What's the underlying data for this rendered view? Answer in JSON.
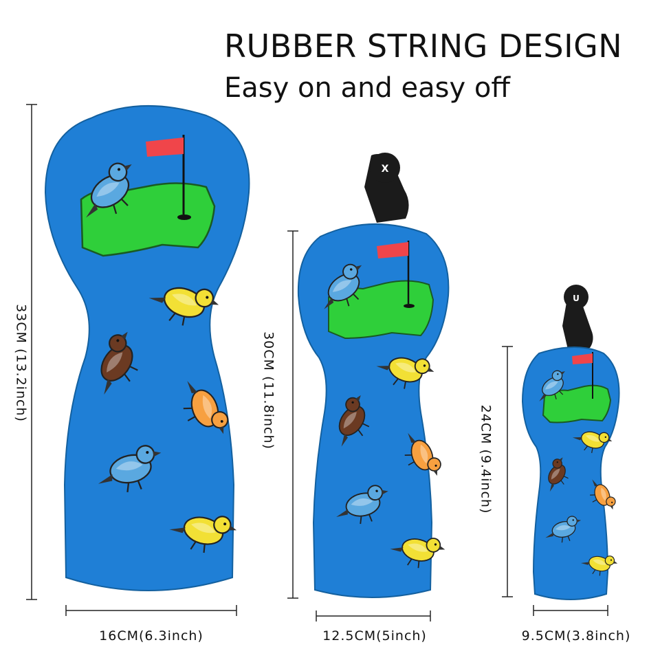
{
  "headline": {
    "title": "RUBBER STRING DESIGN",
    "subtitle": "Easy on and easy off"
  },
  "colors": {
    "cover_blue": "#1f7fd6",
    "green_patch": "#2fcf3a",
    "flag_red": "#f0454a",
    "bird_yellow": "#f2e035",
    "bird_orange": "#f7a040",
    "bird_brown": "#6b3a22",
    "bird_blue": "#5aa8e0",
    "tag_black": "#1b1b1b"
  },
  "covers": [
    {
      "id": "driver",
      "height_label": "33CM (13.2inch)",
      "width_label": "16CM(6.3inch)",
      "has_tag": false
    },
    {
      "id": "fairway",
      "height_label": "30CM (11.8inch)",
      "width_label": "12.5CM(5inch)",
      "has_tag": true,
      "tag_mark": "X"
    },
    {
      "id": "hybrid",
      "height_label": "24CM (9.4inch)",
      "width_label": "9.5CM(3.8inch)",
      "has_tag": true,
      "tag_mark": "U"
    }
  ]
}
